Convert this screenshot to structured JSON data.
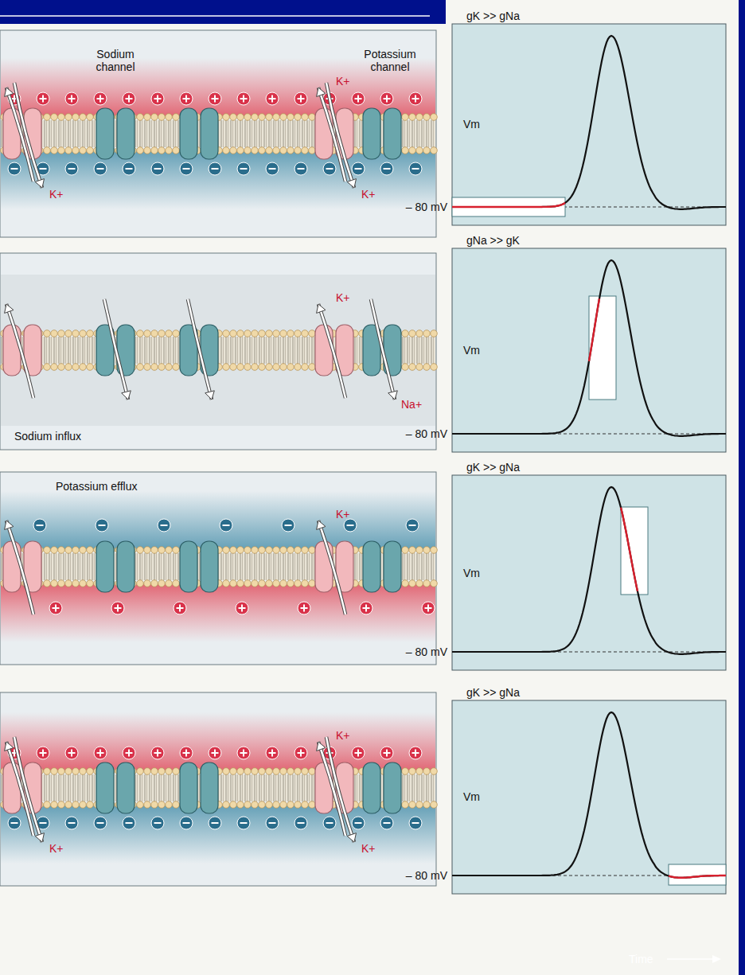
{
  "diagram": {
    "labels": [
      "Sodium channel",
      "Potassium channel",
      "K+",
      "K+",
      "K+",
      "gK >> gNa",
      "Vm",
      "– 80 mV",
      "K+",
      "Na+",
      "Sodium influx",
      "gNa >> gK",
      "Vm",
      "– 80 mV",
      "Potassium efflux",
      "K+",
      "gK >> gNa",
      "Vm",
      "– 80 mV",
      "K+",
      "K+",
      "K+",
      "gK >> gNa",
      "Vm",
      "– 80 mV",
      "Time"
    ]
  }
}
